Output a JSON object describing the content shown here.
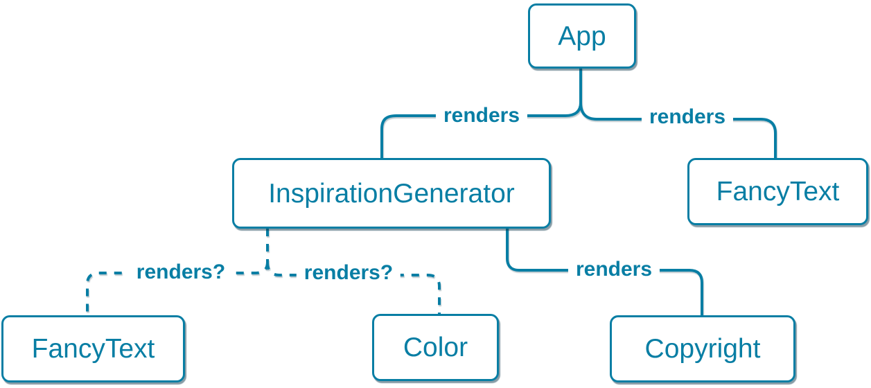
{
  "diagram": {
    "description": "React component render tree",
    "colors": {
      "accent": "#087ea4",
      "node_fill": "#ffffff",
      "background": "#ffffff",
      "shadow": "rgba(16,58,78,0.5)"
    },
    "nodes": [
      {
        "id": "app",
        "label": "App"
      },
      {
        "id": "inspiration-generator",
        "label": "InspirationGenerator"
      },
      {
        "id": "fancy-text-top",
        "label": "FancyText"
      },
      {
        "id": "fancy-text-bottom",
        "label": "FancyText"
      },
      {
        "id": "color",
        "label": "Color"
      },
      {
        "id": "copyright",
        "label": "Copyright"
      }
    ],
    "edges": [
      {
        "from": "App",
        "to": "InspirationGenerator",
        "label": "renders",
        "style": "solid"
      },
      {
        "from": "App",
        "to": "FancyText",
        "label": "renders",
        "style": "solid"
      },
      {
        "from": "InspirationGenerator",
        "to": "FancyText",
        "label": "renders?",
        "style": "dashed"
      },
      {
        "from": "InspirationGenerator",
        "to": "Color",
        "label": "renders?",
        "style": "dashed"
      },
      {
        "from": "InspirationGenerator",
        "to": "Copyright",
        "label": "renders",
        "style": "solid"
      }
    ]
  }
}
